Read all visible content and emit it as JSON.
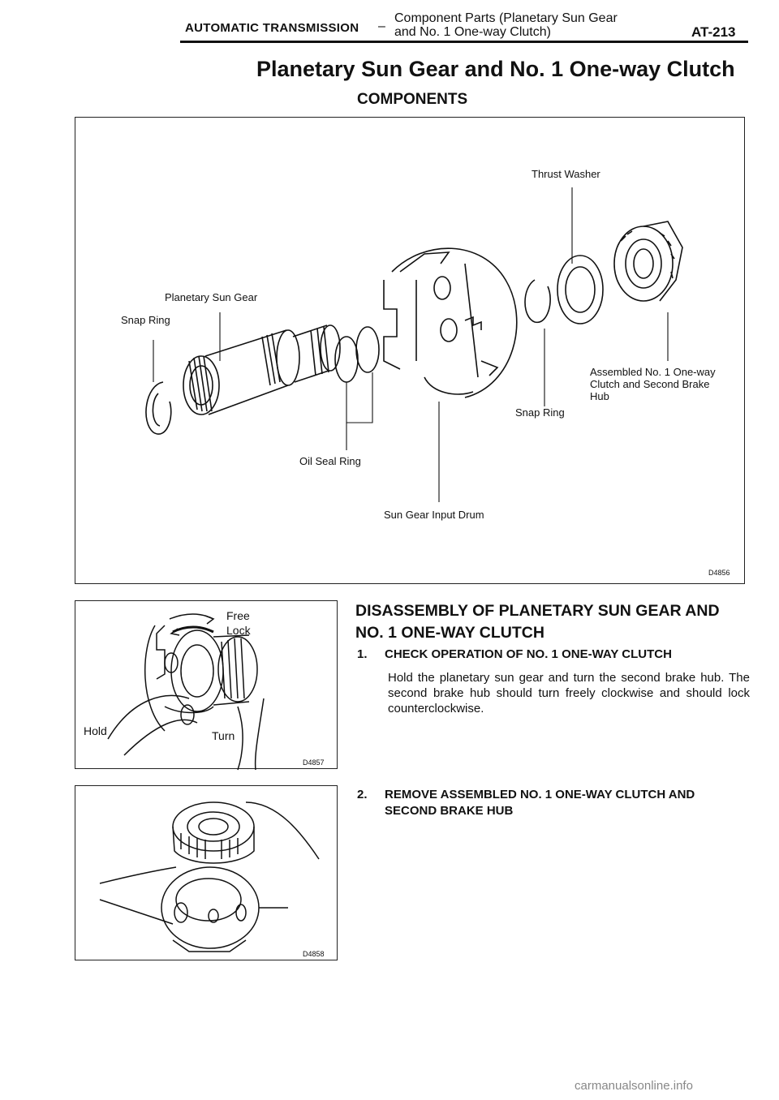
{
  "header": {
    "section": "AUTOMATIC TRANSMISSION",
    "separator": "–",
    "subtitle_line1": "Component Parts (Planetary Sun Gear",
    "subtitle_line2": "and No. 1 One-way Clutch)",
    "page_number": "AT-213"
  },
  "page_title": "Planetary Sun Gear and No. 1 One-way Clutch",
  "components_heading": "COMPONENTS",
  "components_figure": {
    "labels": {
      "thrust_washer": "Thrust Washer",
      "planetary_sun_gear": "Planetary Sun Gear",
      "snap_ring_left": "Snap Ring",
      "assembled_line1": "Assembled No. 1 One-way",
      "assembled_line2": "Clutch and Second Brake",
      "assembled_line3": "Hub",
      "snap_ring_right": "Snap Ring",
      "oil_seal_ring": "Oil Seal Ring",
      "sun_gear_input_drum": "Sun Gear Input Drum"
    },
    "figure_id": "D4856"
  },
  "disassembly": {
    "heading_line1": "DISASSEMBLY OF PLANETARY SUN GEAR AND",
    "heading_line2": "NO. 1 ONE-WAY CLUTCH",
    "step1": {
      "number": "1.",
      "title": "CHECK OPERATION OF NO. 1 ONE-WAY CLUTCH",
      "text": "Hold the planetary sun gear and turn the second brake hub. The second brake hub should turn freely clockwise and should lock counterclockwise."
    },
    "step2": {
      "number": "2.",
      "title_line1": "REMOVE ASSEMBLED NO. 1 ONE-WAY CLUTCH AND",
      "title_line2": "SECOND BRAKE HUB"
    }
  },
  "figure2": {
    "free": "Free",
    "lock": "Lock",
    "hold": "Hold",
    "turn": "Turn",
    "figure_id": "D4857"
  },
  "figure3": {
    "figure_id": "D4858"
  },
  "footer": "carmanualsonline.info"
}
